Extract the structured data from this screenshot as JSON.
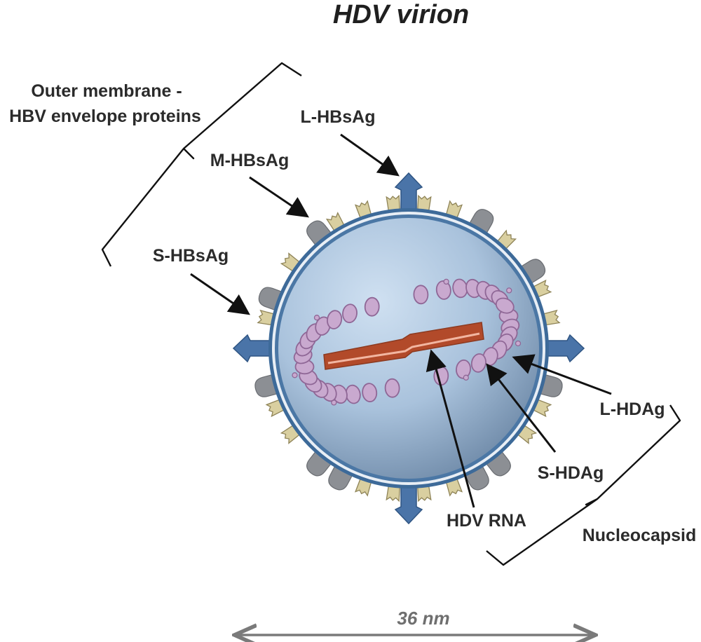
{
  "title": "HDV virion",
  "labels": {
    "outer_membrane_line1": "Outer membrane -",
    "outer_membrane_line2": "HBV envelope proteins",
    "l_hbsag": "L-HBsAg",
    "m_hbsag": "M-HBsAg",
    "s_hbsag": "S-HBsAg",
    "l_hdag": "L-HDAg",
    "s_hdag": "S-HDAg",
    "hdv_rna": "HDV RNA",
    "nucleocapsid": "Nucleocapsid"
  },
  "scale_bar": {
    "label": "36 nm"
  },
  "colors": {
    "envelope_ring": "#3f6b9a",
    "interior_light": "#c9dcef",
    "interior_dark": "#7f9ab6",
    "l_protein": "#4a74a8",
    "m_protein": "#8c8f94",
    "s_protein": "#d9cfa0",
    "nucleocapsid_bead": "#c9a9cf",
    "rna": "#b24a2a"
  }
}
